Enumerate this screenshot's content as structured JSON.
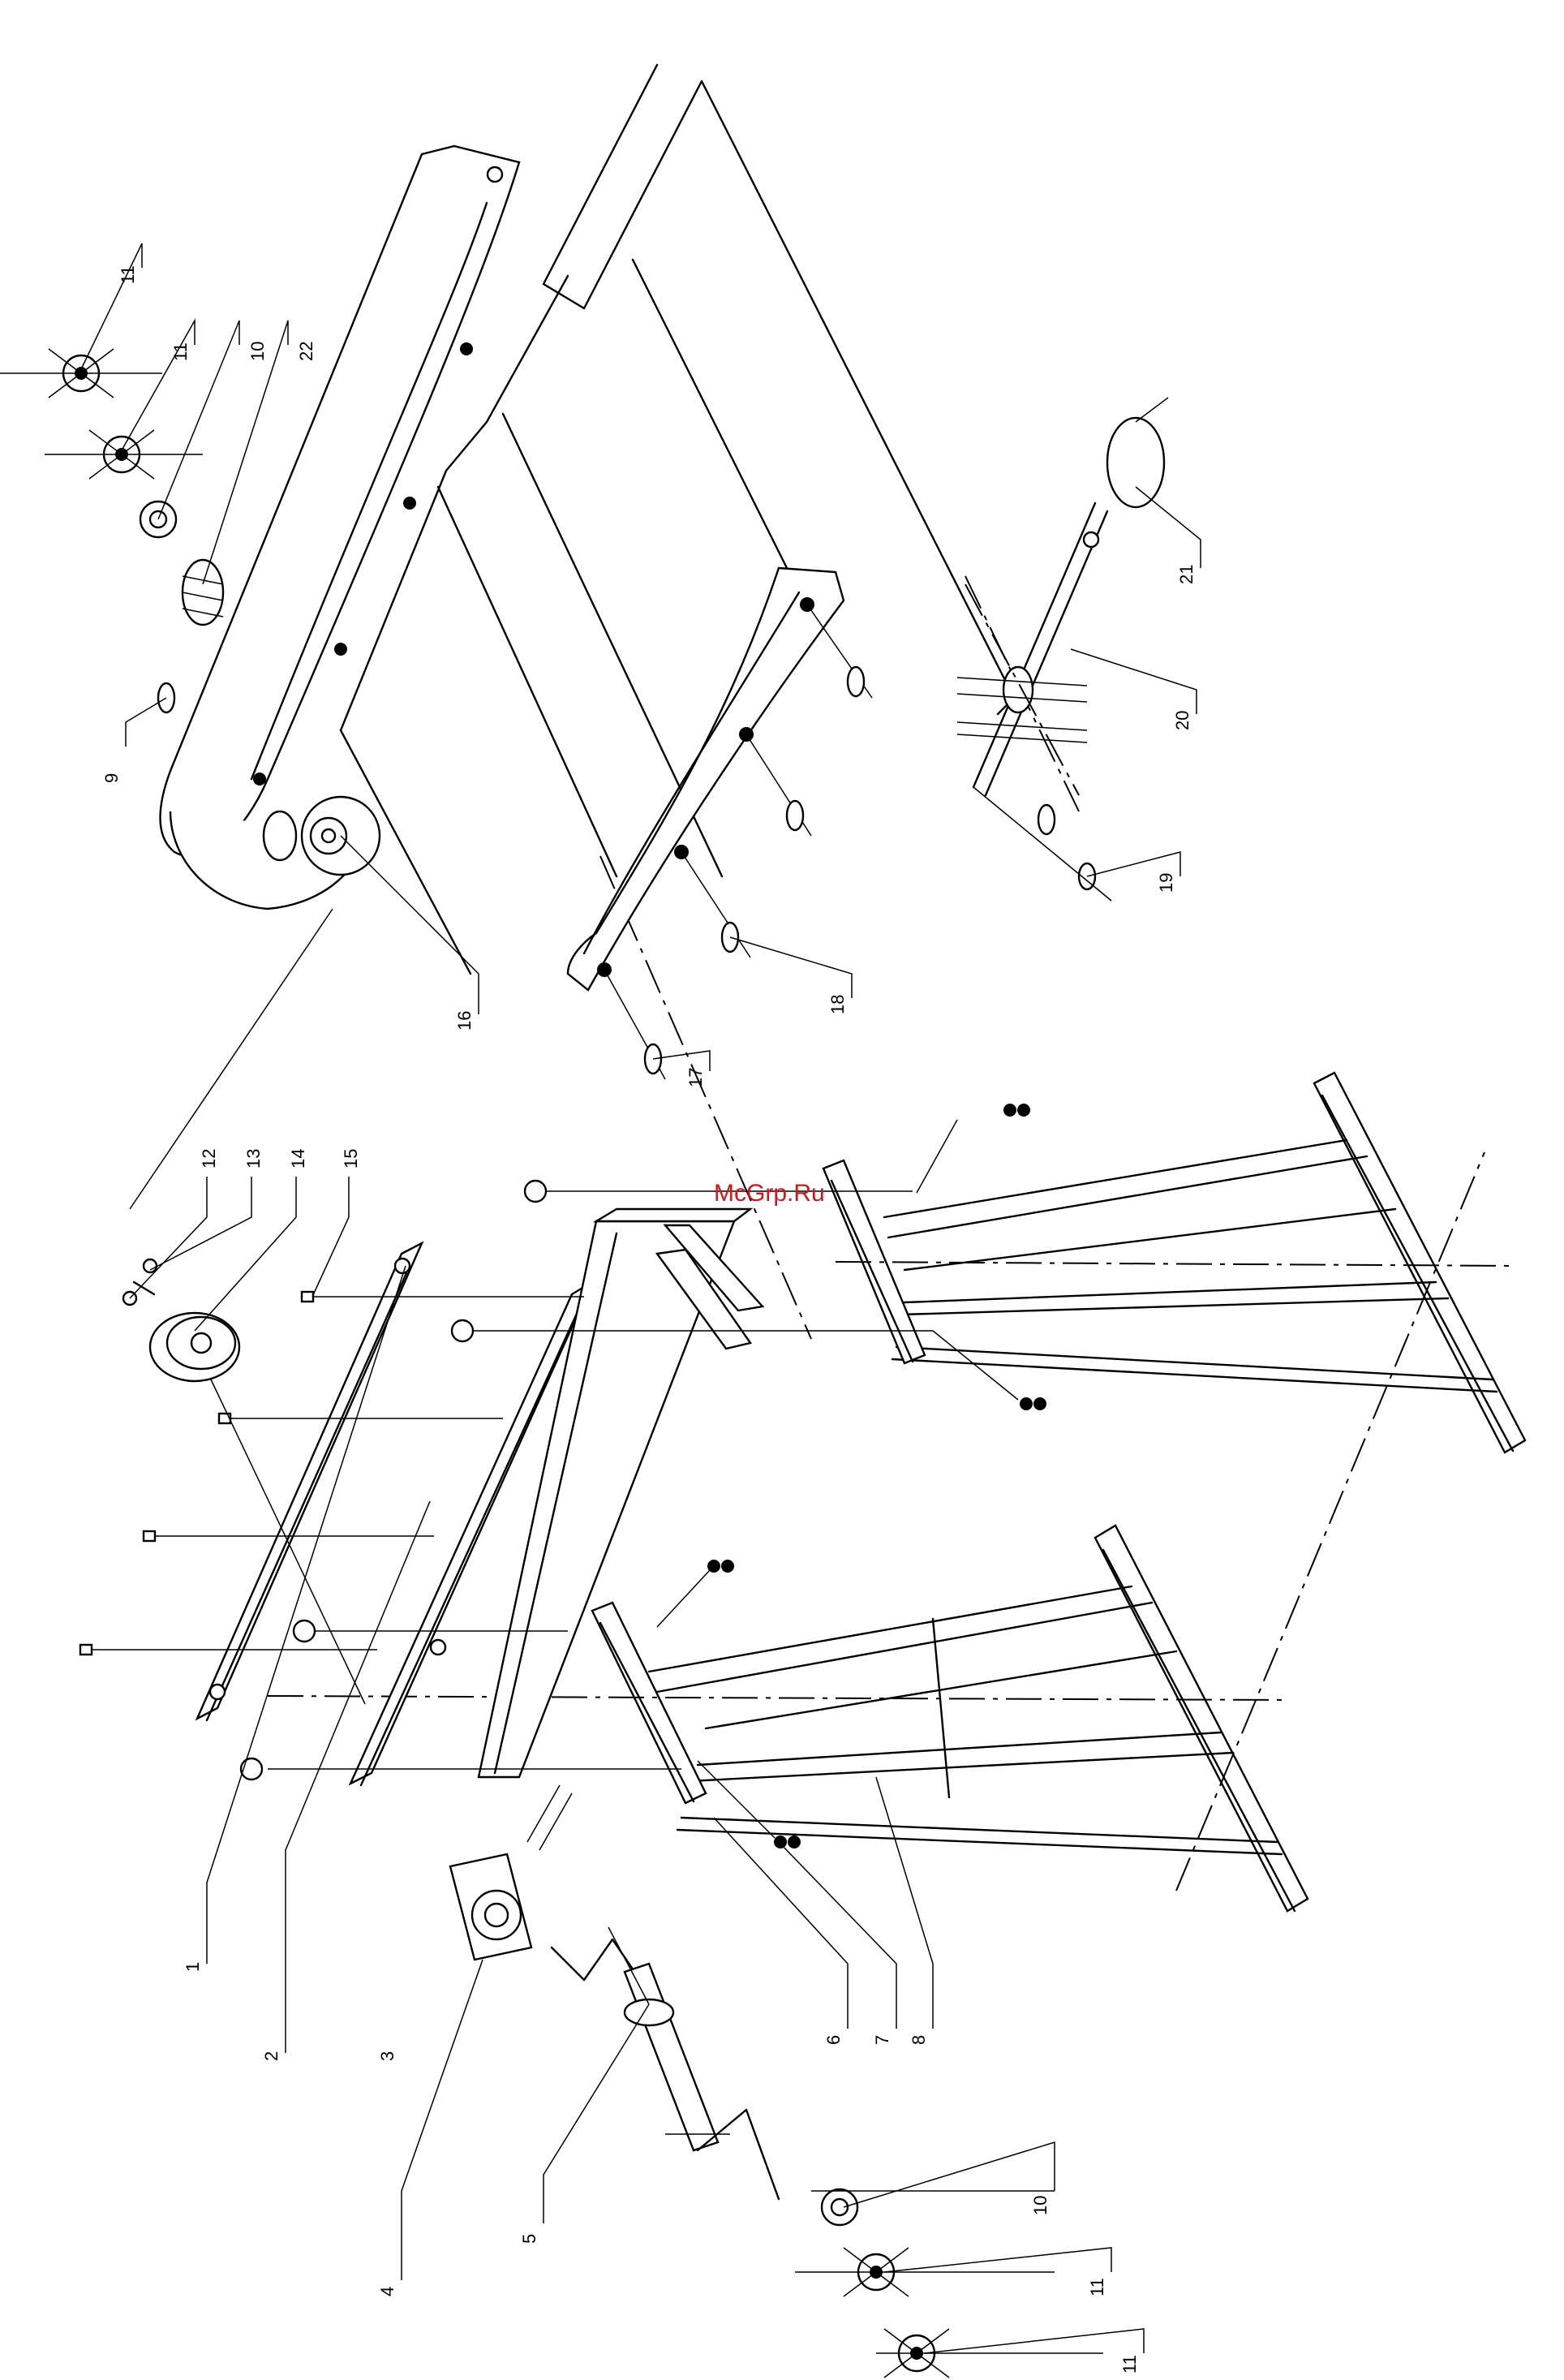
{
  "watermark": "McGrp.Ru",
  "callouts": [
    {
      "id": "c1",
      "label": "1"
    },
    {
      "id": "c2",
      "label": "2"
    },
    {
      "id": "c3",
      "label": "3"
    },
    {
      "id": "c4",
      "label": "4"
    },
    {
      "id": "c5",
      "label": "5"
    },
    {
      "id": "c6",
      "label": "6"
    },
    {
      "id": "c7",
      "label": "7"
    },
    {
      "id": "c8",
      "label": "8"
    },
    {
      "id": "c9",
      "label": "9"
    },
    {
      "id": "c10a",
      "label": "10"
    },
    {
      "id": "c10b",
      "label": "10"
    },
    {
      "id": "c11a",
      "label": "11"
    },
    {
      "id": "c11b",
      "label": "11"
    },
    {
      "id": "c11c",
      "label": "11"
    },
    {
      "id": "c11d",
      "label": "11"
    },
    {
      "id": "c12",
      "label": "12"
    },
    {
      "id": "c13",
      "label": "13"
    },
    {
      "id": "c14",
      "label": "14"
    },
    {
      "id": "c15",
      "label": "15"
    },
    {
      "id": "c16",
      "label": "16"
    },
    {
      "id": "c17",
      "label": "17"
    },
    {
      "id": "c18",
      "label": "18"
    },
    {
      "id": "c19",
      "label": "19"
    },
    {
      "id": "c20",
      "label": "20"
    },
    {
      "id": "c21",
      "label": "21"
    },
    {
      "id": "c22",
      "label": "22"
    }
  ]
}
